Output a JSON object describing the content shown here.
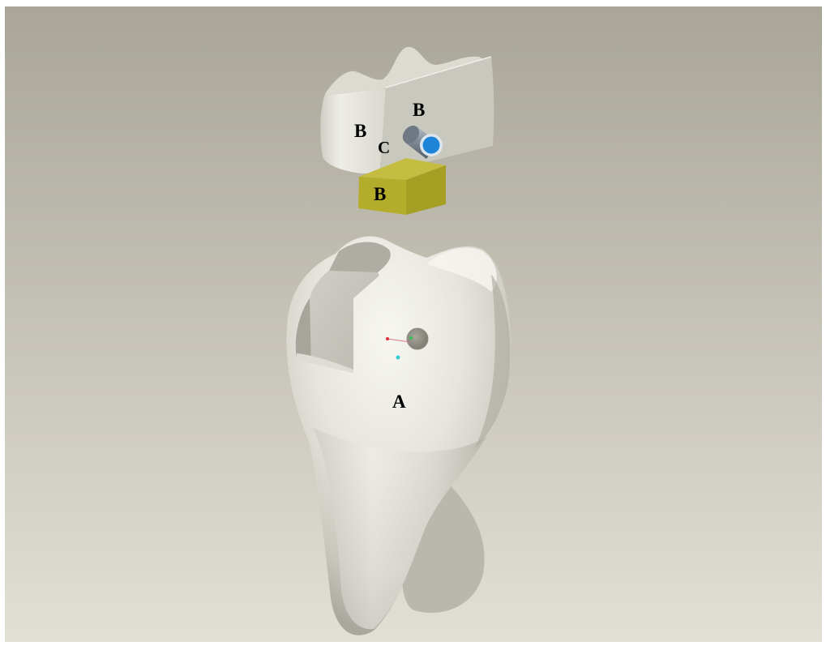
{
  "labels": {
    "crown_left": "B",
    "crown_center": "C",
    "post_top": "B",
    "block": "B",
    "tooth": "A"
  },
  "colors": {
    "background_top": "#a9a599",
    "background_bottom": "#e2dfd5",
    "tooth_light": "#f4f3ee",
    "tooth_mid": "#d9d8cf",
    "tooth_shadow": "#9d9c92",
    "cut_face": "#c6c5bc",
    "block_front": "#b4ad2c",
    "block_side": "#a59f24",
    "post_body": "#7b8691",
    "post_cap": "#1d84d7",
    "axis_x": "#e0303c",
    "axis_y": "#39c04a",
    "axis_z": "#36cbd2"
  }
}
